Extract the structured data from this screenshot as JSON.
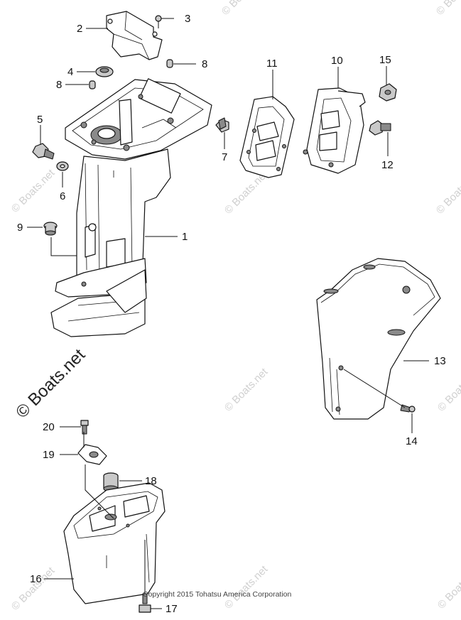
{
  "watermark": {
    "small": "© Boats.net",
    "large": "© Boats.net"
  },
  "copyright": "Copyright 2015 Tohatsu America Corporation",
  "callouts": {
    "c1": "1",
    "c2": "2",
    "c3": "3",
    "c4": "4",
    "c5": "5",
    "c6": "6",
    "c7": "7",
    "c8a": "8",
    "c8b": "8",
    "c9": "9",
    "c10": "10",
    "c11": "11",
    "c12": "12",
    "c13": "13",
    "c14": "14",
    "c15": "15",
    "c16": "16",
    "c17": "17",
    "c18": "18",
    "c19": "19",
    "c20": "20"
  }
}
